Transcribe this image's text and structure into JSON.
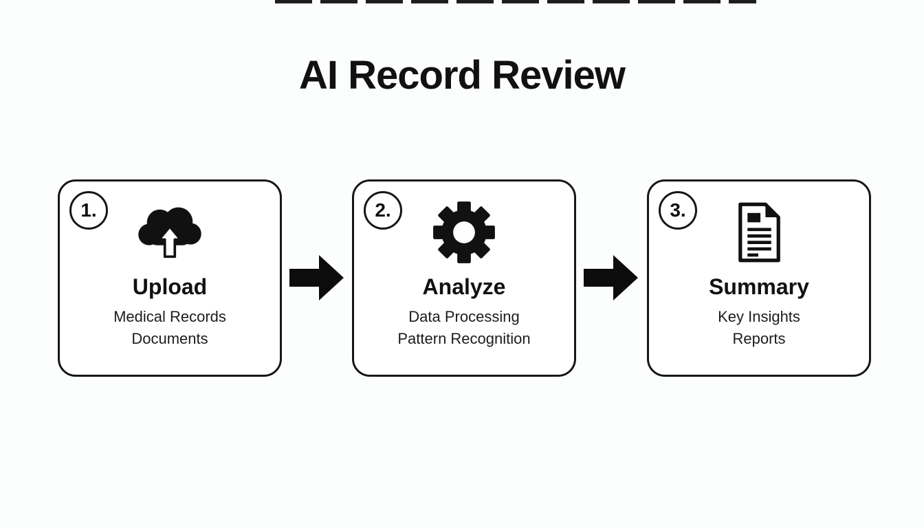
{
  "page": {
    "title": "AI Record Review",
    "background_color": "#fcfdfd",
    "ink_color": "#111111",
    "card_background": "#ffffff",
    "card_border_color": "#161616",
    "top_strip_color": "#1e1e1e"
  },
  "steps": [
    {
      "number": "1.",
      "icon": "cloud-upload-icon",
      "title": "Upload",
      "lines": [
        "Medical Records",
        "Documents"
      ]
    },
    {
      "number": "2.",
      "icon": "gear-icon",
      "title": "Analyze",
      "lines": [
        "Data Processing",
        "Pattern Recognition"
      ]
    },
    {
      "number": "3.",
      "icon": "document-icon",
      "title": "Summary",
      "lines": [
        "Key Insights",
        "Reports"
      ]
    }
  ]
}
